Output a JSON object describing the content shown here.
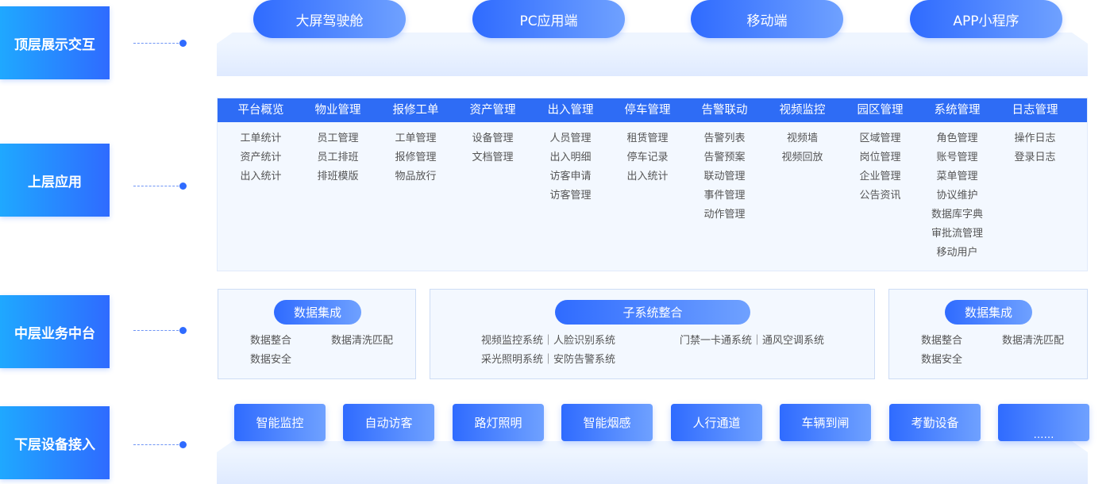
{
  "layers": [
    {
      "label": "顶层展示交互"
    },
    {
      "label": "上层应用"
    },
    {
      "label": "中层业务中台"
    },
    {
      "label": "下层设备接入"
    }
  ],
  "top_terminals": [
    "大屏驾驶舱",
    "PC应用端",
    "移动端",
    "APP小程序"
  ],
  "app_modules": [
    {
      "title": "平台概览",
      "items": [
        "工单统计",
        "资产统计",
        "出入统计"
      ]
    },
    {
      "title": "物业管理",
      "items": [
        "员工管理",
        "员工排班",
        "排班模版"
      ]
    },
    {
      "title": "报修工单",
      "items": [
        "工单管理",
        "报修管理",
        "物品放行"
      ]
    },
    {
      "title": "资产管理",
      "items": [
        "设备管理",
        "文档管理"
      ]
    },
    {
      "title": "出入管理",
      "items": [
        "人员管理",
        "出入明细",
        "访客申请",
        "访客管理"
      ]
    },
    {
      "title": "停车管理",
      "items": [
        "租赁管理",
        "停车记录",
        "出入统计"
      ]
    },
    {
      "title": "告警联动",
      "items": [
        "告警列表",
        "告警预案",
        "联动管理",
        "事件管理",
        "动作管理"
      ]
    },
    {
      "title": "视频监控",
      "items": [
        "视频墙",
        "视频回放"
      ]
    },
    {
      "title": "园区管理",
      "items": [
        "区域管理",
        "岗位管理",
        "企业管理",
        "公告资讯"
      ]
    },
    {
      "title": "系统管理",
      "items": [
        "角色管理",
        "账号管理",
        "菜单管理",
        "协议维护",
        "数据库字典",
        "审批流管理",
        "移动用户"
      ]
    },
    {
      "title": "日志管理",
      "items": [
        "操作日志",
        "登录日志"
      ]
    }
  ],
  "middle": {
    "left": {
      "title": "数据集成",
      "items": [
        "数据整合",
        "数据清洗匹配",
        "数据安全"
      ]
    },
    "center": {
      "title": "子系统整合",
      "items": [
        "视频监控系统｜人脸识别系统",
        "门禁一卡通系统｜通风空调系统",
        "采光照明系统｜安防告警系统"
      ]
    },
    "right": {
      "title": "数据集成",
      "items": [
        "数据整合",
        "数据清洗匹配",
        "数据安全"
      ]
    }
  },
  "devices": [
    "智能监控",
    "自动访客",
    "路灯照明",
    "智能烟感",
    "人行通道",
    "车辆到闸",
    "考勤设备",
    "……"
  ],
  "colors": {
    "accent": "#2f6bff",
    "accent_light": "#6fa1ff",
    "label_cyan": "#1fa8ff",
    "panel_bg": "#f3f8ff"
  }
}
